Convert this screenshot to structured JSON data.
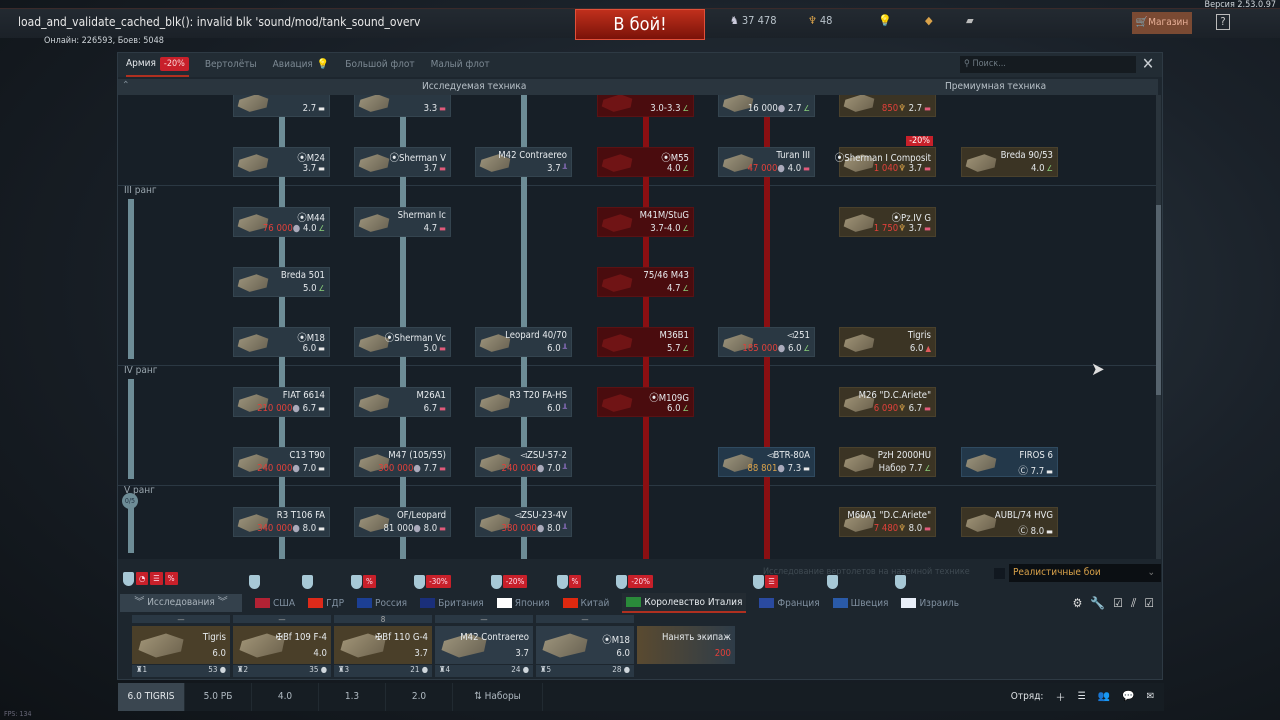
{
  "topbar": {
    "log": "load_and_validate_cached_blk(): invalid blk 'sound/mod/tank_sound_overv",
    "online": "Онлайн: 226593, Боев: 5048",
    "version": "Версия 2.53.0.97",
    "battle": "В бой!",
    "silver_lions": "37 478",
    "golden_eagles": "48",
    "shop": "Магазин",
    "help": "?"
  },
  "tabs": [
    {
      "label": "Армия",
      "badge": "-20%",
      "active": true
    },
    {
      "label": "Вертолёты"
    },
    {
      "label": "Авиация",
      "icon": "lightbulb-icon"
    },
    {
      "label": "Большой флот"
    },
    {
      "label": "Малый флот"
    }
  ],
  "search": {
    "placeholder": "Поиск..."
  },
  "headers": {
    "research": "Исследуемая техника",
    "premium": "Премиумная техника"
  },
  "ranks": [
    {
      "label": "III ранг"
    },
    {
      "label": "IV ранг"
    },
    {
      "label": "V ранг",
      "progress": "0/5"
    }
  ],
  "type_colors": {
    "light": "#e8e8e8",
    "medium": "#e05a7a",
    "spaa": "#a07ad8",
    "td": "#8ad07a",
    "heavy": "#e05a5a"
  },
  "tree": {
    "columns": [
      {
        "line": "#6d8c96",
        "cards": [
          {
            "name": "",
            "br": "2.7",
            "type": "light"
          },
          {
            "name": "⦿M24",
            "br": "3.7",
            "type": "light"
          },
          {
            "name": "⦿M44",
            "cost": "76 000",
            "br": "4.0",
            "type": "td"
          },
          {
            "name": "Breda 501",
            "br": "5.0",
            "type": "td"
          },
          {
            "name": "⦿M18",
            "br": "6.0",
            "type": "light"
          },
          {
            "name": "FIAT 6614",
            "cost": "210 000",
            "br": "6.7",
            "type": "light"
          },
          {
            "name": "C13 T90",
            "cost": "240 000",
            "br": "7.0",
            "type": "light"
          },
          {
            "name": "R3 T106 FA",
            "cost": "340 000",
            "br": "8.0",
            "type": "light"
          }
        ]
      },
      {
        "line": "#6d8c96",
        "cards": [
          {
            "name": "",
            "br": "3.3",
            "type": "medium"
          },
          {
            "name": "⦿Sherman V",
            "br": "3.7",
            "type": "medium"
          },
          {
            "name": "Sherman Ic",
            "br": "4.7",
            "type": "medium"
          },
          null,
          {
            "name": "⦿Sherman Vc",
            "br": "5.0",
            "type": "medium"
          },
          {
            "name": "M26A1",
            "br": "6.7",
            "type": "medium"
          },
          {
            "name": "M47 (105/55)",
            "cost": "300 000",
            "br": "7.7",
            "type": "medium"
          },
          {
            "name": "OF/Leopard",
            "cost": "81 000",
            "cost_plain": true,
            "br": "8.0",
            "type": "medium"
          }
        ]
      },
      {
        "line": "#6d8c96",
        "cards": [
          null,
          {
            "name": "M42 Contraereo",
            "br": "3.7",
            "type": "spaa"
          },
          null,
          null,
          {
            "name": "Leopard 40/70",
            "br": "6.0",
            "type": "spaa"
          },
          {
            "name": "R3 T20 FA-HS",
            "br": "6.0",
            "type": "spaa"
          },
          {
            "name": "◅ZSU-57-2",
            "cost": "240 000",
            "br": "7.0",
            "type": "spaa"
          },
          {
            "name": "◅ZSU-23-4V",
            "cost": "380 000",
            "br": "8.0",
            "type": "spaa"
          }
        ]
      },
      {
        "line": "#8a0f12",
        "style": "red",
        "cards": [
          {
            "name": "",
            "br": "3.0-3.3",
            "type": "td"
          },
          {
            "name": "⦿M55",
            "br": "4.0",
            "type": "td"
          },
          {
            "name": "M41M/StuG",
            "br": "3.7-4.0",
            "type": "td"
          },
          {
            "name": "75/46 M43",
            "br": "4.7",
            "type": "td"
          },
          {
            "name": "M36B1",
            "br": "5.7",
            "type": "td"
          },
          {
            "name": "⦿M109G",
            "br": "6.0",
            "type": "td"
          },
          null,
          null
        ]
      },
      {
        "line": "#8a0f12",
        "cards": [
          {
            "name": "",
            "cost": "16 000",
            "cost_plain": true,
            "br": "2.7",
            "type": "td"
          },
          {
            "name": "Turan III",
            "cost": "47 000",
            "br": "4.0",
            "type": "medium"
          },
          null,
          null,
          {
            "name": "◅251",
            "cost": "185 000",
            "br": "6.0",
            "type": "td"
          },
          null,
          {
            "name": "◅BTR-80A",
            "cost": "88 801",
            "cost_gold": true,
            "br": "7.3",
            "type": "light",
            "style": "sq"
          },
          null
        ]
      },
      {
        "style": "prem",
        "cards": [
          {
            "name": "",
            "cost": "850",
            "br": "2.7",
            "type": "medium"
          },
          {
            "name": "⦿Sherman I Composit",
            "cost": "1 040",
            "br": "3.7",
            "type": "medium",
            "discount": "-20%"
          },
          {
            "name": "⦿Pz.IV G",
            "cost": "1 750",
            "br": "3.7",
            "type": "medium"
          },
          null,
          {
            "name": "Tigris",
            "br": "6.0",
            "type": "heavy"
          },
          {
            "name": "M26 \"D.C.Ariete\"",
            "cost": "6 090",
            "br": "6.7",
            "type": "medium"
          },
          {
            "name": "PzH 2000HU",
            "cost": "Набор",
            "cost_plain": true,
            "br": "7.7",
            "type": "td"
          },
          {
            "name": "M60A1 \"D.C.Ariete\"",
            "cost": "7 480",
            "br": "8.0",
            "type": "medium"
          }
        ]
      },
      {
        "style": "prem",
        "cards": [
          null,
          {
            "name": "Breda 90/53",
            "br": "4.0",
            "type": "td"
          },
          null,
          null,
          null,
          null,
          {
            "name": "FIROS 6",
            "cost": "Ⓒ",
            "cost_plain": true,
            "br": "7.7",
            "type": "light",
            "style": "sq"
          },
          {
            "name": "AUBL/74 HVG",
            "cost": "Ⓒ",
            "cost_plain": true,
            "br": "8.0",
            "type": "light"
          }
        ]
      }
    ]
  },
  "heli_option": "Исследование вертолетов на наземной технике",
  "mode": "Реалистичные бои",
  "research_tab": "Исследования",
  "nations": [
    {
      "label": "США",
      "flag": "#b22234",
      "badges": [
        "shield"
      ]
    },
    {
      "label": "ГДР",
      "flag": "#dd2a1a",
      "badges": [
        "shield"
      ]
    },
    {
      "label": "Россия",
      "flag": "#1c3f94",
      "badges": [
        "shield",
        "%"
      ]
    },
    {
      "label": "Британия",
      "flag": "#1a2f7a",
      "badges": [
        "shield",
        "-30%"
      ]
    },
    {
      "label": "Япония",
      "flag": "#ffffff",
      "badges": [
        "shield",
        "-20%"
      ]
    },
    {
      "label": "Китай",
      "flag": "#de2910",
      "badges": [
        "shield",
        "%"
      ]
    },
    {
      "label": "Королевство Италия",
      "flag": "#2a8a3a",
      "badges": [
        "shield",
        "-20%"
      ],
      "active": true
    },
    {
      "label": "Франция",
      "flag": "#2a4aa0",
      "badges": [
        "shield",
        "☰"
      ]
    },
    {
      "label": "Швеция",
      "flag": "#2a5aa8",
      "badges": [
        "shield"
      ]
    },
    {
      "label": "Израиль",
      "flag": "#e8eef8",
      "badges": [
        "shield"
      ]
    }
  ],
  "crew": [
    {
      "name": "Tigris",
      "br": "6.0",
      "num": "1",
      "pts": "53",
      "premium": true
    },
    {
      "name": "✠Bf 109 F-4",
      "br": "4.0",
      "num": "2",
      "pts": "35",
      "premium": true
    },
    {
      "name": "✠Bf 110 G-4",
      "br": "3.7",
      "num": "3",
      "pts": "21",
      "premium": true,
      "top": "8"
    },
    {
      "name": "M42 Contraereo",
      "br": "3.7",
      "num": "4",
      "pts": "24"
    },
    {
      "name": "⦿M18",
      "br": "6.0",
      "num": "5",
      "pts": "28"
    }
  ],
  "hire": {
    "label": "Нанять экипаж",
    "cost": "200"
  },
  "presets": [
    "6.0 TIGRIS",
    "5.0 РБ",
    "4.0",
    "1.3",
    "2.0"
  ],
  "presets_label": "Наборы",
  "squad_label": "Отряд:",
  "fps": "FPS: 134"
}
